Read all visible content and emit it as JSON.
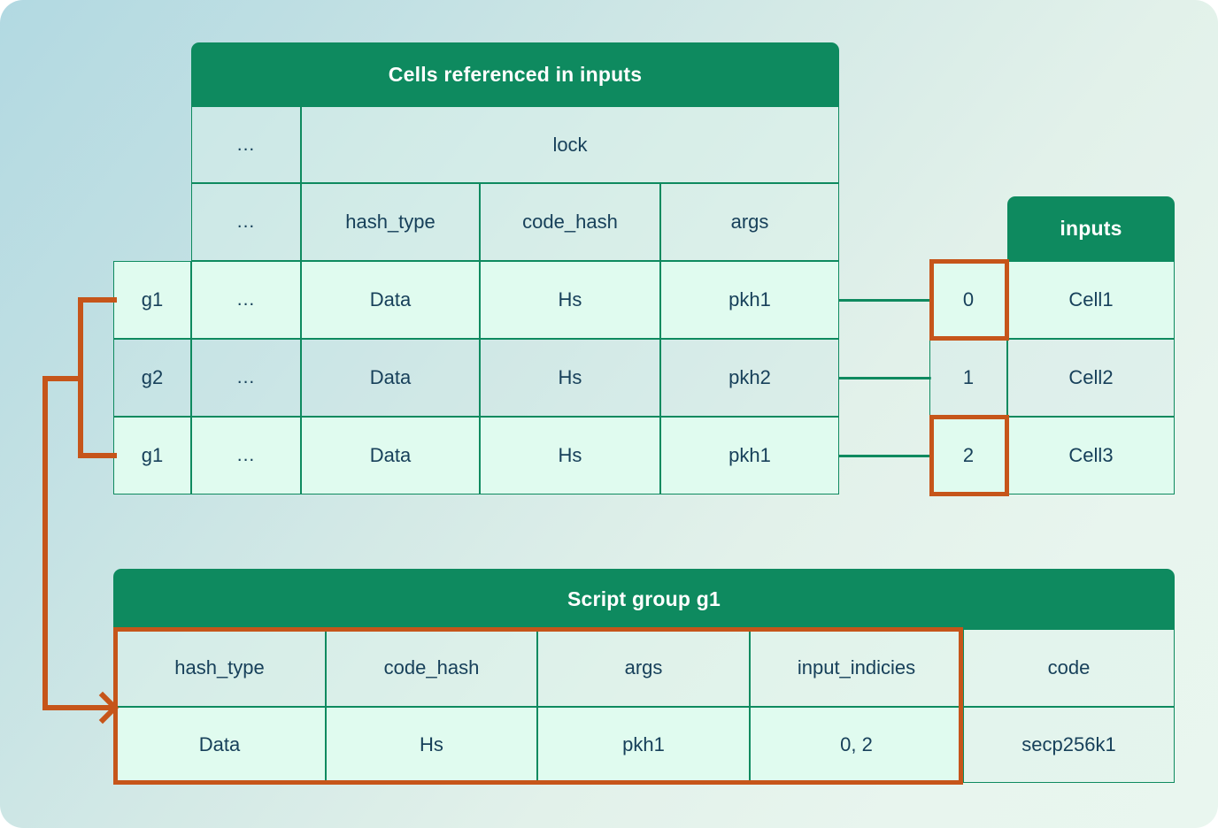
{
  "diagram": {
    "title_semantic": "ckb-script-group-grouping-diagram",
    "accent_green": "#0e8a5f",
    "accent_orange": "#c6551a",
    "text_color": "#17405a"
  },
  "cells_table": {
    "band_title": "Cells referenced in inputs",
    "group_header": "",
    "lock_header": "lock",
    "ellipsis": "...",
    "sub_headers": [
      "...",
      "hash_type",
      "code_hash",
      "args"
    ],
    "rows": [
      {
        "group": "g1",
        "dots": "...",
        "hash_type": "Data",
        "code_hash": "Hs",
        "args": "pkh1",
        "highlight": true
      },
      {
        "group": "g2",
        "dots": "...",
        "hash_type": "Data",
        "code_hash": "Hs",
        "args": "pkh2",
        "highlight": false
      },
      {
        "group": "g1",
        "dots": "...",
        "hash_type": "Data",
        "code_hash": "Hs",
        "args": "pkh1",
        "highlight": true
      }
    ]
  },
  "inputs_table": {
    "band_title": "inputs",
    "rows": [
      {
        "index": "0",
        "cell": "Cell1",
        "highlight": true
      },
      {
        "index": "1",
        "cell": "Cell2",
        "highlight": false
      },
      {
        "index": "2",
        "cell": "Cell3",
        "highlight": true
      }
    ]
  },
  "script_group_table": {
    "band_title": "Script group g1",
    "headers": [
      "hash_type",
      "code_hash",
      "args",
      "input_indicies",
      "code"
    ],
    "values": [
      "Data",
      "Hs",
      "pkh1",
      "0, 2",
      "secp256k1"
    ]
  }
}
